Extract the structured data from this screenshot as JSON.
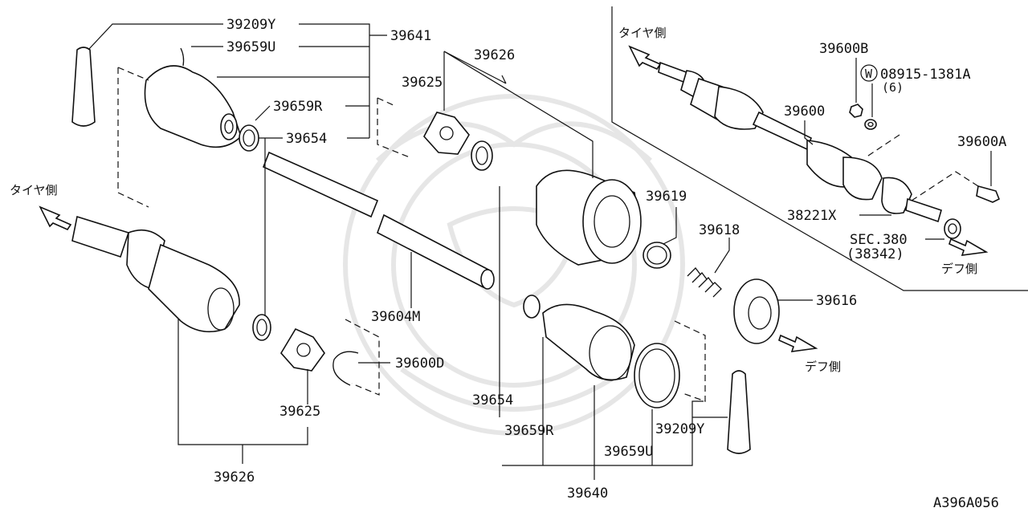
{
  "labels": {
    "p39209Y_top": "39209Y",
    "p39659U_top": "39659U",
    "p39641": "39641",
    "p39659R_top": "39659R",
    "p39654_top": "39654",
    "p39626_top": "39626",
    "p39625_top": "39625",
    "p39619": "39619",
    "p39618": "39618",
    "p39616": "39616",
    "p39604M": "39604M",
    "p39600D": "39600D",
    "p39625_bot": "39625",
    "p39626_bot": "39626",
    "p39654_bot": "39654",
    "p39659R_bot": "39659R",
    "p39659U_bot": "39659U",
    "p39209Y_bot": "39209Y",
    "p39640": "39640",
    "p39600B": "39600B",
    "p08915": "08915-1381A",
    "p08915_qty": "(6)",
    "washer_mark": "W",
    "p39600": "39600",
    "p39600A": "39600A",
    "p38221X": "38221X",
    "sec380": "SEC.380",
    "sec380_ref": "(38342)",
    "tire_side_left": "タイヤ側",
    "tire_side_right": "タイヤ側",
    "diff_side_mid": "デフ側",
    "diff_side_right": "デフ側",
    "diagram_code": "A396A056"
  }
}
